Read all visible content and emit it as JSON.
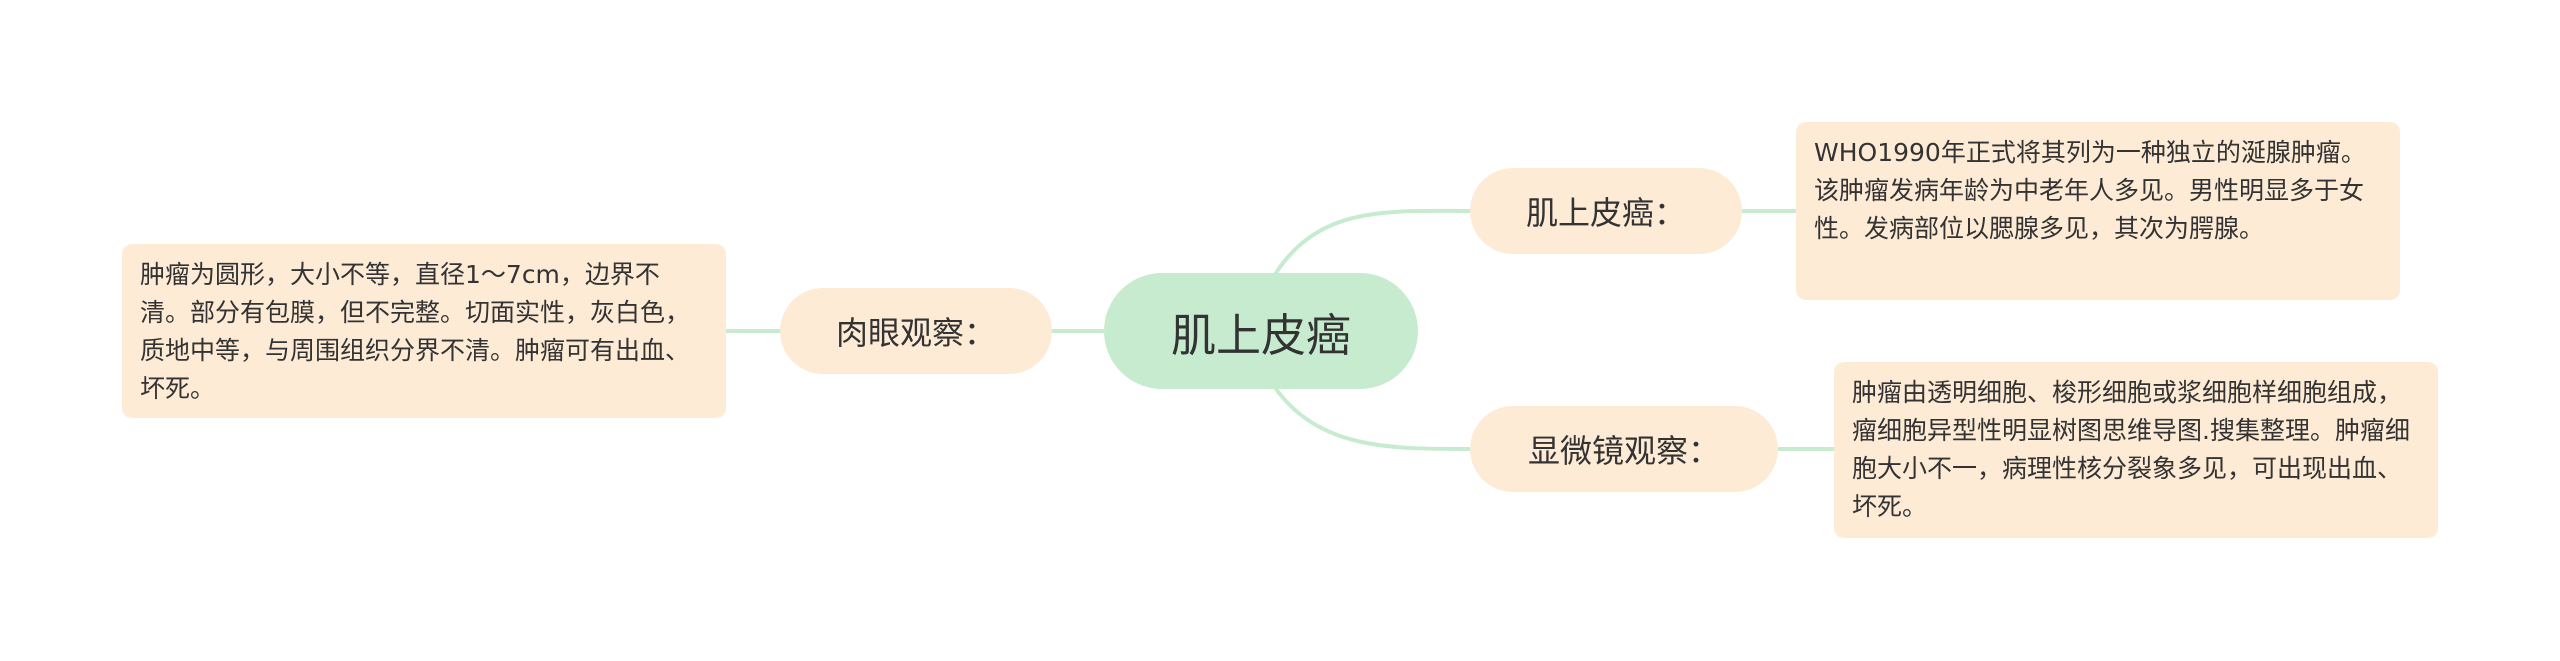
{
  "root": {
    "label": "肌上皮癌"
  },
  "branches": [
    {
      "id": "gross",
      "label": "肉眼观察：",
      "detail": "肿瘤为圆形，大小不等，直径1～7cm，边界不清。部分有包膜，但不完整。切面实性，灰白色，质地中等，与周围组织分界不清。肿瘤可有出血、坏死。"
    },
    {
      "id": "overview",
      "label": "肌上皮癌：",
      "detail": "WHO1990年正式将其列为一种独立的涎腺肿瘤。该肿瘤发病年龄为中老年人多见。男性明显多于女性。发病部位以腮腺多见，其次为腭腺。"
    },
    {
      "id": "micro",
      "label": "显微镜观察：",
      "detail": "肿瘤由透明细胞、梭形细胞或浆细胞样细胞组成，瘤细胞异型性明显树图思维导图.搜集整理。肿瘤细胞大小不一，病理性核分裂象多见，可出现出血、坏死。"
    }
  ],
  "colors": {
    "root_fill": "#c6ebcf",
    "branch_fill": "#fdebd6",
    "connector": "#c6ebcf",
    "text": "#333333"
  }
}
